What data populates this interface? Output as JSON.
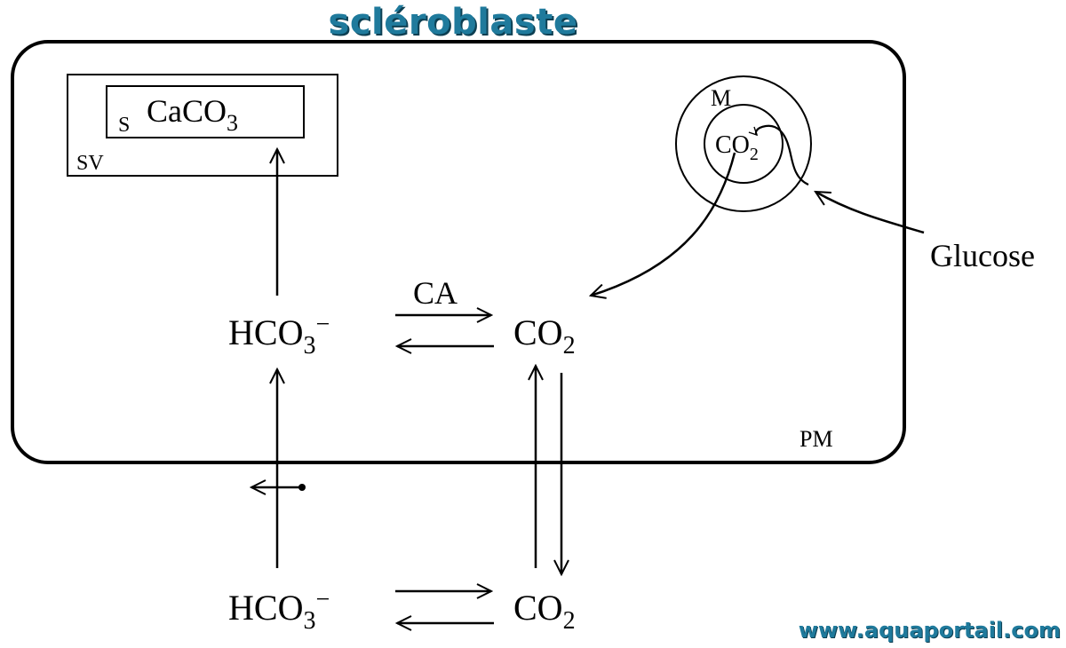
{
  "title": "scléroblaste",
  "watermark": "www.aquaportail.com",
  "labels": {
    "sv": "SV",
    "s": "S",
    "caco3": "CaCO",
    "caco3_sub": "3",
    "m": "M",
    "co2_mito": "CO",
    "co2_mito_sub": "2",
    "glucose": "Glucose",
    "pm": "PM",
    "ca": "CA",
    "hco3_in": "HCO",
    "hco3_in_sub": "3",
    "hco3_in_sup": "−",
    "co2_in": "CO",
    "co2_in_sub": "2",
    "hco3_out": "HCO",
    "hco3_out_sub": "3",
    "hco3_out_sup": "−",
    "co2_out": "CO",
    "co2_out_sub": "2"
  },
  "colors": {
    "title": "#1f7a9c",
    "title_shadow": "#0d3f52",
    "lines": "#000000"
  }
}
